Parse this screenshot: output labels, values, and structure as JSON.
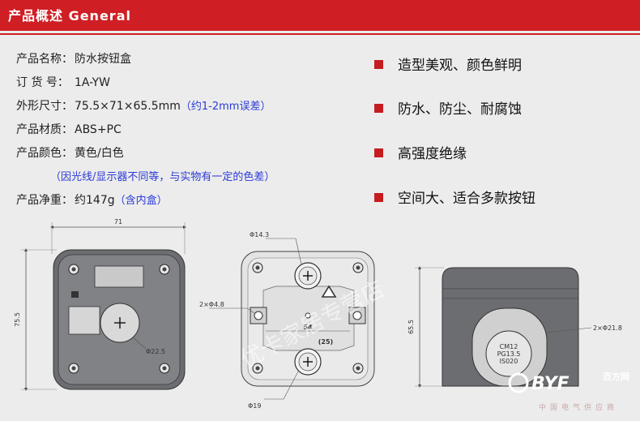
{
  "header": {
    "title": "产品概述  General"
  },
  "specs": [
    {
      "label": "产品名称：",
      "value": "防水按钮盒",
      "note": ""
    },
    {
      "label": "订 货 号：",
      "value": "1A-YW",
      "note": ""
    },
    {
      "label": "外形尺寸：",
      "value": "75.5×71×65.5mm",
      "note": "（约1-2mm误差）"
    },
    {
      "label": "产品材质：",
      "value": "ABS+PC",
      "note": ""
    },
    {
      "label": "产品颜色：",
      "value": "黄色/白色",
      "note": ""
    },
    {
      "label": "产品净重：",
      "value": "约147g",
      "note": "（含内盒）"
    }
  ],
  "disclaimer": "（因光线/显示器不同等，与实物有一定的色差）",
  "features": [
    "造型美观、颜色鲜明",
    "防水、防尘、耐腐蚀",
    "高强度绝缘",
    "空间大、适合多款按钮"
  ],
  "drawings": {
    "dim_width": "71",
    "dim_height": "75.5",
    "dim_hole": "Φ22.5",
    "dim_top_hole": "Φ14.3",
    "dim_side_holes": "2×Φ4.8",
    "dim_bottom_hole": "Φ19",
    "mark_54": "54",
    "mark_25": "(25)",
    "dim_depth": "65.5",
    "dim_gland": "2×Φ21.8",
    "gland_l1": "CM12",
    "gland_l2": "PG13.5",
    "gland_l3": "IS020"
  },
  "watermark": "优卡家居专营店",
  "logo": {
    "brand": "BYF",
    "site": "百方网",
    "sub": "中国电气供应商"
  },
  "colors": {
    "accent": "#cf1f24",
    "note": "#2b3bd6",
    "bullet": "#c51c20"
  }
}
